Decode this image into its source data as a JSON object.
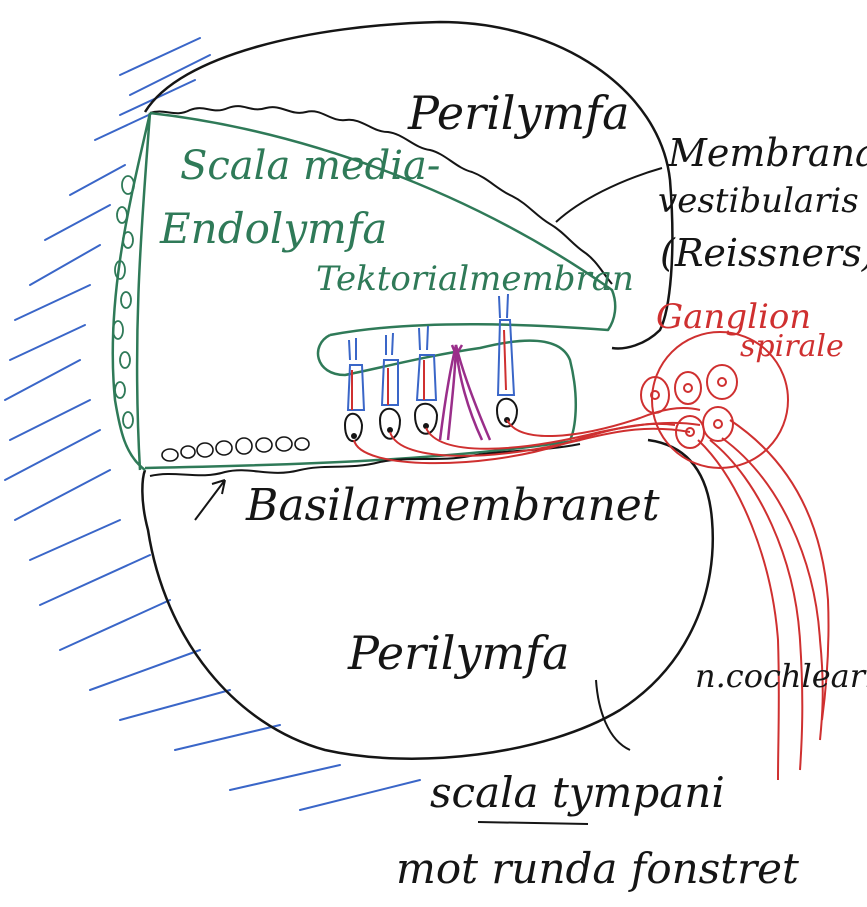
{
  "labels": {
    "perilymfa_top": "Perilymfa",
    "scala_media": "Scala media-",
    "endolymfa": "Endolymfa",
    "tektorial": "Tektorialmembran",
    "membrana_1": "Membrana",
    "membrana_2": "vestibularis",
    "membrana_3": "(Reissners)",
    "ganglion_1": "Ganglion",
    "ganglion_2": "spirale",
    "basilar": "Basilarmembranet",
    "perilymfa_bottom": "Perilymfa",
    "n_cochlearis": "n.cochlearis",
    "scala_tympani": "scala tympani",
    "mot_runda": "mot runda fonstret"
  },
  "colors": {
    "ink": "#151515",
    "green": "#2f7a58",
    "blue": "#3a66c8",
    "red": "#cf3030",
    "purple": "#9a2e8a"
  }
}
